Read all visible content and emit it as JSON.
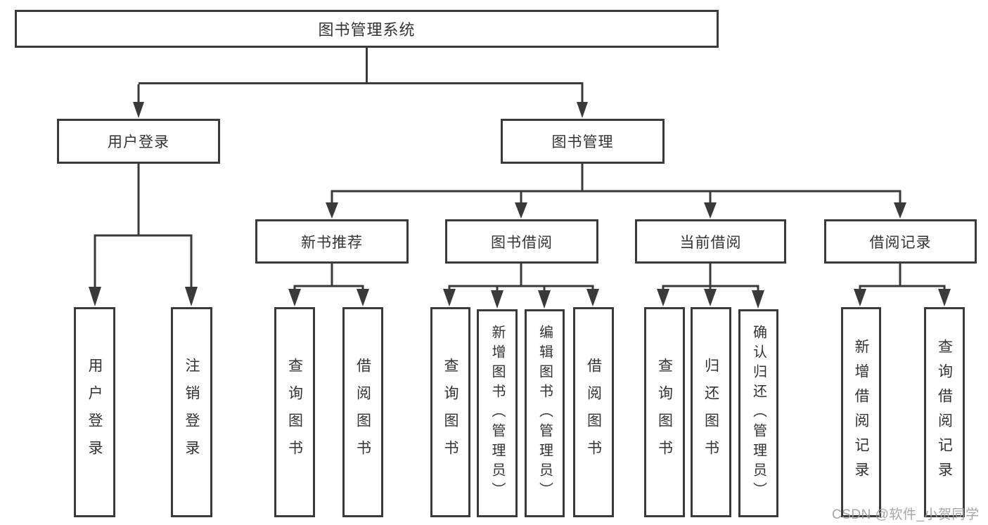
{
  "diagram": {
    "root": {
      "label": "图书管理系统"
    },
    "level2": [
      {
        "label": "用户登录",
        "children": [
          {
            "label": "用户登录"
          },
          {
            "label": "注销登录"
          }
        ]
      },
      {
        "label": "图书管理",
        "children": [
          {
            "label": "新书推荐",
            "children": [
              {
                "label": "查询图书"
              },
              {
                "label": "借阅图书"
              }
            ]
          },
          {
            "label": "图书借阅",
            "children": [
              {
                "label": "查询图书"
              },
              {
                "label": "新增图书（管理员）"
              },
              {
                "label": "编辑图书（管理员）"
              },
              {
                "label": "借阅图书"
              }
            ]
          },
          {
            "label": "当前借阅",
            "children": [
              {
                "label": "查询图书"
              },
              {
                "label": "归还图书"
              },
              {
                "label": "确认归还（管理员）"
              }
            ]
          },
          {
            "label": "借阅记录",
            "children": [
              {
                "label": "新增借阅记录"
              },
              {
                "label": "查询借阅记录"
              }
            ]
          }
        ]
      }
    ]
  },
  "watermark": {
    "text": "CSDN @软件_小贺同学"
  },
  "colors": {
    "line": "#3a3a3a",
    "text": "#333333",
    "watermark": "#9e9e9e",
    "background": "#ffffff"
  }
}
